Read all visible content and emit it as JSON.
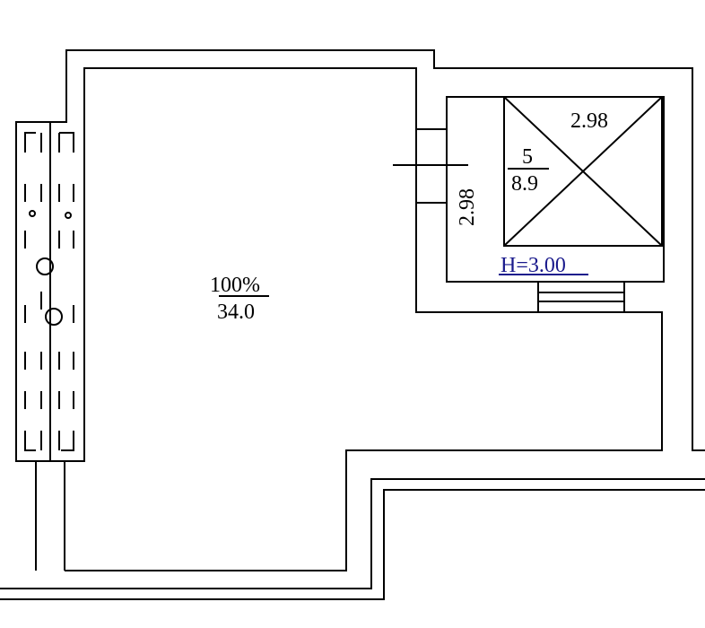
{
  "rooms": {
    "main_room": {
      "percent": "100%",
      "area": "34.0"
    },
    "elevator_room": {
      "shaft_side": "2.98",
      "shaft_depth": "2.98",
      "fraction_top": "5",
      "fraction_bottom": "8.9",
      "height_label": "H=3.00"
    }
  },
  "colors": {
    "line": "#000000",
    "link": "#1a1a8c"
  }
}
